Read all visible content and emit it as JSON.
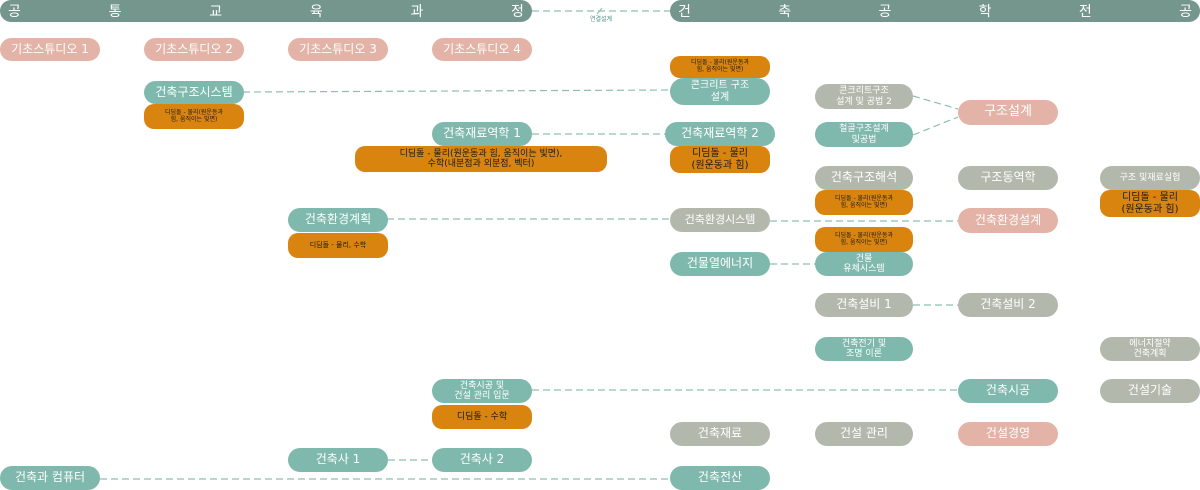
{
  "headers": {
    "left": [
      "공",
      "통",
      "교",
      "육",
      "과",
      "정"
    ],
    "mid": "연결설계",
    "right": [
      "건",
      "축",
      "공",
      "학",
      "전",
      "공"
    ]
  },
  "nodes": {
    "s1": "기초스튜디오 1",
    "s2": "기초스튜디오 2",
    "s3": "기초스튜디오 3",
    "s4": "기초스튜디오 4",
    "struct_sys": "건축구조시스템",
    "struct_sys_note": "디딤돌 - 물리(원운동과\n힘, 움직이는 빛면)",
    "conc_note": "디딤돌 - 물리(원운동과\n힘, 움직이는 빛면)",
    "conc": "콘크리트 구조\n설계",
    "mat1": "건축재료역학 1",
    "mat1_note": "디딤돌 - 물리(원운동과 힘, 움직이는 빛면),\n수학(내분점과 외분점, 벡터)",
    "mat2": "건축재료역학 2",
    "mat2_note": "디딤돌 - 물리\n(원운동과 힘)",
    "conc2": "콘크리트구조\n설계 및 공법 2",
    "steel": "철골구조설계\n및공법",
    "struct_design": "구조설계",
    "analysis": "건축구조해석",
    "analysis_note": "디딤돌 - 물리(원운동과\n힘, 움직이는 빛면)",
    "dynamics": "구조동역학",
    "lab": "구조 및재료실험",
    "lab_note": "디딤돌 - 물리\n(원운동과 힘)",
    "env_plan": "건축환경계획",
    "env_plan_note": "디딤돌 - 물리, 수학",
    "env_sys": "건축환경시스템",
    "env_design": "건축환경설계",
    "fluid_note": "디딤돌 - 물리(원운동과\n힘, 움직이는 빛면)",
    "thermal": "건물열에너지",
    "fluid": "건물\n유체시스템",
    "equip1": "건축설비 1",
    "equip2": "건축설비 2",
    "elec": "건축전기 및\n조명 이론",
    "energy": "에너지절약\n건축계획",
    "cons_intro": "건축시공 및\n건설 관리 입문",
    "cons_intro_note": "디딤돌 - 수학",
    "construction": "건축시공",
    "cons_tech": "건설기술",
    "material": "건축재료",
    "cons_mgmt": "건설 관리",
    "cons_mgmt2": "건설경영",
    "hist1": "건축사 1",
    "hist2": "건축사 2",
    "computer": "건축과 컴퓨터",
    "comp_calc": "건축전산"
  },
  "colors": {
    "teal": "#7fb8ac",
    "grey": "#b3b8ad",
    "pink": "#e3b3a7",
    "orange": "#d9840f",
    "header": "#74968d",
    "connector": "#8fbdb2"
  }
}
